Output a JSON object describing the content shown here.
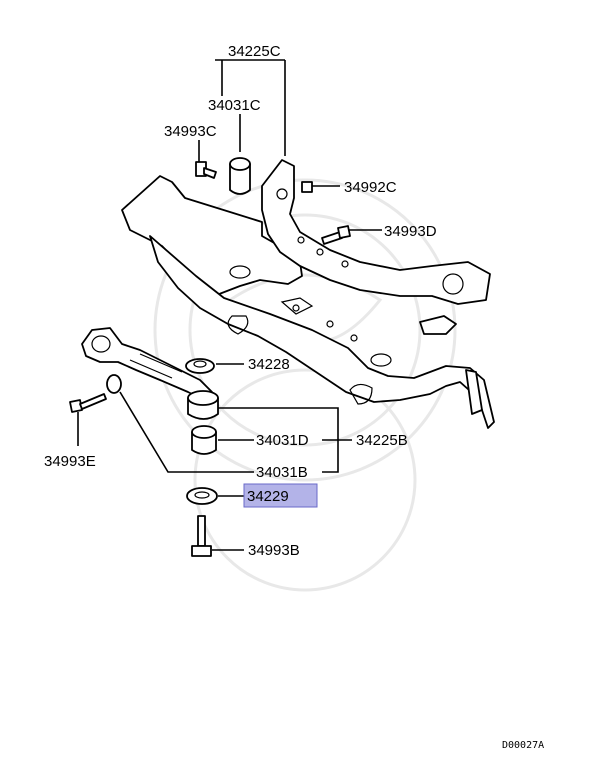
{
  "labels": {
    "p34225C": "34225C",
    "p34031C": "34031C",
    "p34993C": "34993C",
    "p34992C": "34992C",
    "p34993D": "34993D",
    "p34228": "34228",
    "p34031D": "34031D",
    "p34225B": "34225B",
    "p34993E": "34993E",
    "p34031B": "34031B",
    "p34229": "34229",
    "p34993B": "34993B"
  },
  "diagram_code": "D00027A",
  "colors": {
    "highlight_fill": "#b3b3e8",
    "highlight_border": "#6a6ac8",
    "line": "#000000"
  }
}
